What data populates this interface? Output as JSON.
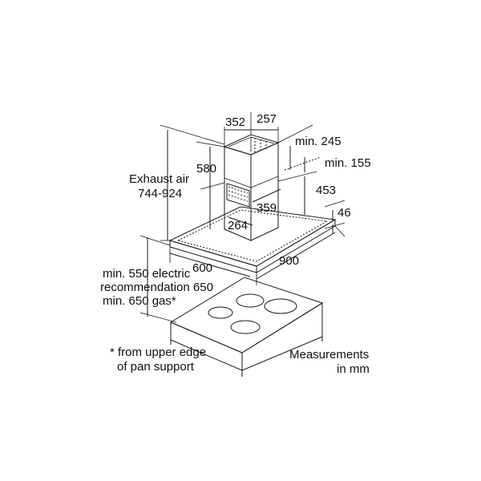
{
  "labels": {
    "chimney_depth": "352",
    "chimney_width": "257",
    "chimney_height": "580",
    "min_245": "min. 245",
    "min_155": "min. 155",
    "exhaust_air": "Exhaust air",
    "exhaust_range": "744-924",
    "dim_453": "453",
    "dim_359": "359",
    "dim_264": "264",
    "dim_46": "46",
    "dim_600": "600",
    "dim_900": "900",
    "min_electric": "min. 550 electric",
    "recommendation": "recommendation 650",
    "min_gas": "min. 650 gas*",
    "footnote_line1": "* from upper edge",
    "footnote_line2": "of pan support",
    "units_line1": "Measurements",
    "units_line2": "in mm"
  },
  "colors": {
    "line": "#1a1a1a",
    "fill": "#ffffff",
    "panel": "#e9e9e9",
    "shade": "#cfcfcf"
  }
}
